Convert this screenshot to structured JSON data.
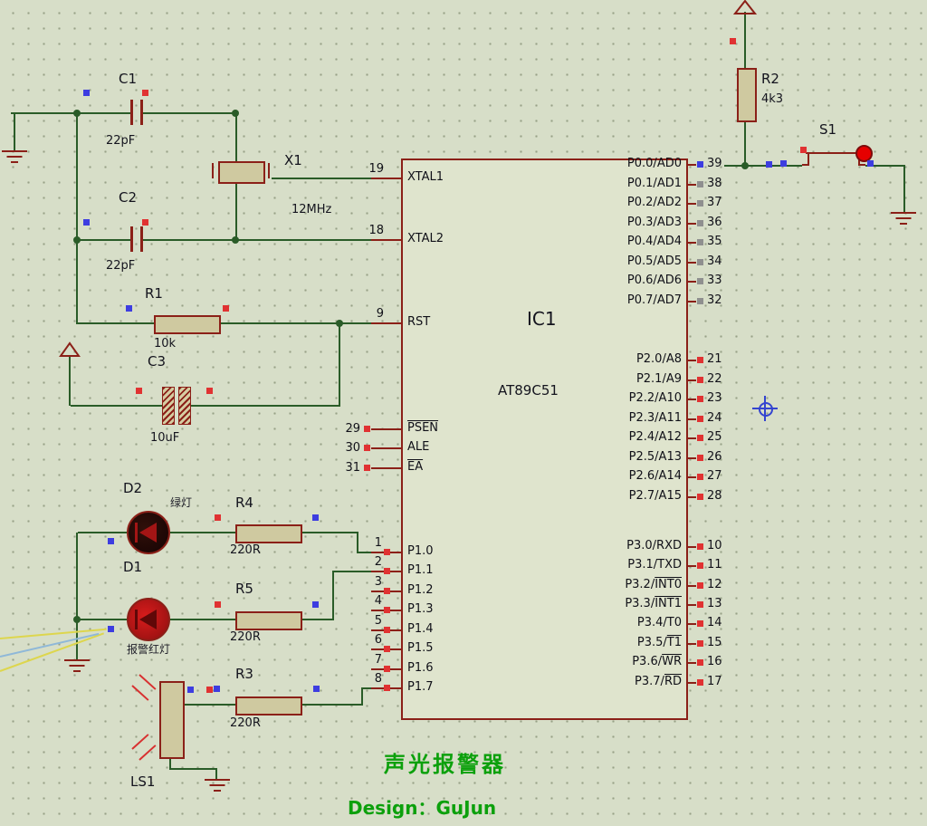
{
  "schematic": {
    "title": "声光报警器",
    "credit": "Design：GuJun",
    "ic": {
      "ref": "IC1",
      "part": "AT89C51",
      "pins": {
        "left": [
          {
            "num": "19",
            "name": "XTAL1",
            "ov": ""
          },
          {
            "num": "18",
            "name": "XTAL2",
            "ov": ""
          },
          {
            "num": "9",
            "name": "RST",
            "ov": ""
          },
          {
            "num": "29",
            "name": "",
            "ov": "PSEN"
          },
          {
            "num": "30",
            "name": "ALE",
            "ov": ""
          },
          {
            "num": "31",
            "name": "",
            "ov": "EA"
          },
          {
            "num": "1",
            "name": "P1.0",
            "ov": ""
          },
          {
            "num": "2",
            "name": "P1.1",
            "ov": ""
          },
          {
            "num": "3",
            "name": "P1.2",
            "ov": ""
          },
          {
            "num": "4",
            "name": "P1.3",
            "ov": ""
          },
          {
            "num": "5",
            "name": "P1.4",
            "ov": ""
          },
          {
            "num": "6",
            "name": "P1.5",
            "ov": ""
          },
          {
            "num": "7",
            "name": "P1.6",
            "ov": ""
          },
          {
            "num": "8",
            "name": "P1.7",
            "ov": ""
          }
        ],
        "right": [
          {
            "num": "39",
            "name": "P0.0/AD0",
            "ov": ""
          },
          {
            "num": "38",
            "name": "P0.1/AD1",
            "ov": ""
          },
          {
            "num": "37",
            "name": "P0.2/AD2",
            "ov": ""
          },
          {
            "num": "36",
            "name": "P0.3/AD3",
            "ov": ""
          },
          {
            "num": "35",
            "name": "P0.4/AD4",
            "ov": ""
          },
          {
            "num": "34",
            "name": "P0.5/AD5",
            "ov": ""
          },
          {
            "num": "33",
            "name": "P0.6/AD6",
            "ov": ""
          },
          {
            "num": "32",
            "name": "P0.7/AD7",
            "ov": ""
          },
          {
            "num": "21",
            "name": "P2.0/A8",
            "ov": ""
          },
          {
            "num": "22",
            "name": "P2.1/A9",
            "ov": ""
          },
          {
            "num": "23",
            "name": "P2.2/A10",
            "ov": ""
          },
          {
            "num": "24",
            "name": "P2.3/A11",
            "ov": ""
          },
          {
            "num": "25",
            "name": "P2.4/A12",
            "ov": ""
          },
          {
            "num": "26",
            "name": "P2.5/A13",
            "ov": ""
          },
          {
            "num": "27",
            "name": "P2.6/A14",
            "ov": ""
          },
          {
            "num": "28",
            "name": "P2.7/A15",
            "ov": ""
          },
          {
            "num": "10",
            "name": "P3.0/RXD",
            "ov": ""
          },
          {
            "num": "11",
            "name": "P3.1/TXD",
            "ov": ""
          },
          {
            "num": "12",
            "name": "P3.2/",
            "ov": "INT0"
          },
          {
            "num": "13",
            "name": "P3.3/",
            "ov": "INT1"
          },
          {
            "num": "14",
            "name": "P3.4/T0",
            "ov": ""
          },
          {
            "num": "15",
            "name": "P3.5/",
            "ov": "T1"
          },
          {
            "num": "16",
            "name": "P3.6/",
            "ov": "WR"
          },
          {
            "num": "17",
            "name": "P3.7/",
            "ov": "RD"
          }
        ]
      }
    },
    "components": {
      "c1": {
        "ref": "C1",
        "value": "22pF"
      },
      "c2": {
        "ref": "C2",
        "value": "22pF"
      },
      "x1": {
        "ref": "X1",
        "value": "12MHz"
      },
      "r1": {
        "ref": "R1",
        "value": "10k"
      },
      "c3": {
        "ref": "C3",
        "value": "10uF"
      },
      "r2": {
        "ref": "R2",
        "value": "4k3"
      },
      "r4": {
        "ref": "R4",
        "value": "220R"
      },
      "r5": {
        "ref": "R5",
        "value": "220R"
      },
      "r3": {
        "ref": "R3",
        "value": "220R"
      },
      "d2": {
        "ref": "D2",
        "note": "绿灯"
      },
      "d1": {
        "ref": "D1",
        "note": "报警红灯"
      },
      "s1": {
        "ref": "S1"
      },
      "ls1": {
        "ref": "LS1"
      }
    }
  }
}
